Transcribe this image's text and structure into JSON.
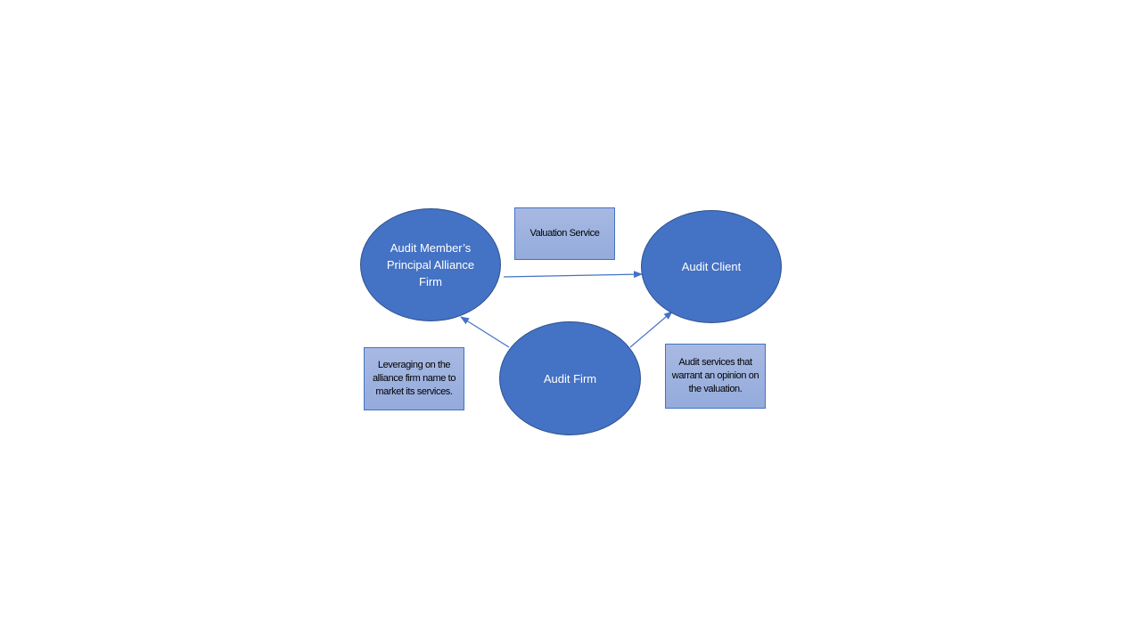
{
  "nodes": {
    "alliance_firm": "Audit Member’s Principal Alliance Firm",
    "audit_client": "Audit Client",
    "audit_firm": "Audit Firm"
  },
  "notes": {
    "valuation_service": "Valuation Service",
    "leverage": "Leveraging on the alliance firm name to market its services.",
    "audit_services": "Audit services that warrant an opinion on the valuation."
  },
  "colors": {
    "node_fill": "#4472c4",
    "node_border": "#2f528f",
    "note_fill": "#a4b6e0",
    "arrow": "#4472c4"
  }
}
